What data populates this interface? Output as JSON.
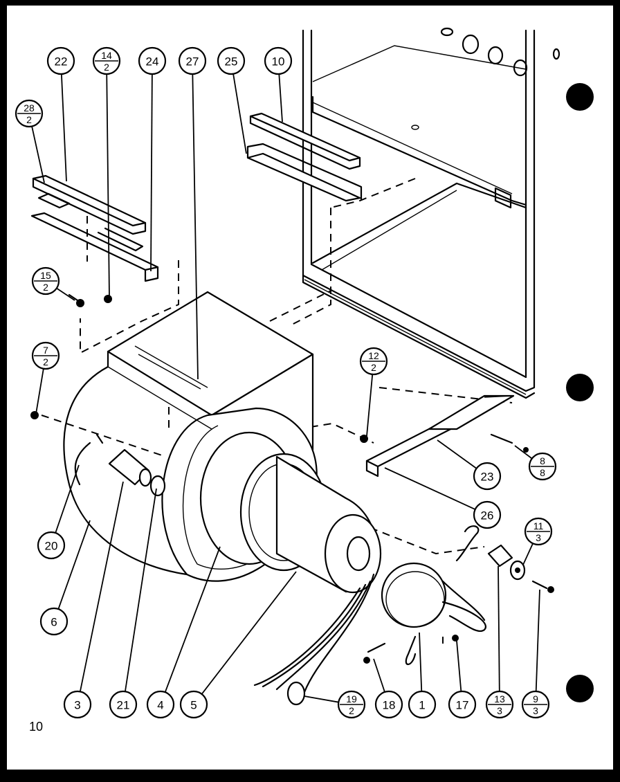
{
  "page_number": "10",
  "callouts": [
    {
      "id": "c22",
      "top": "22",
      "bottom": ""
    },
    {
      "id": "c14",
      "top": "14",
      "bottom": "2"
    },
    {
      "id": "c24",
      "top": "24",
      "bottom": ""
    },
    {
      "id": "c27",
      "top": "27",
      "bottom": ""
    },
    {
      "id": "c25",
      "top": "25",
      "bottom": ""
    },
    {
      "id": "c10",
      "top": "10",
      "bottom": ""
    },
    {
      "id": "c28",
      "top": "28",
      "bottom": "2"
    },
    {
      "id": "c15",
      "top": "15",
      "bottom": "2"
    },
    {
      "id": "c7",
      "top": "7",
      "bottom": "2"
    },
    {
      "id": "c12",
      "top": "12",
      "bottom": "2"
    },
    {
      "id": "c8",
      "top": "8",
      "bottom": "8"
    },
    {
      "id": "c23",
      "top": "23",
      "bottom": ""
    },
    {
      "id": "c26",
      "top": "26",
      "bottom": ""
    },
    {
      "id": "c11",
      "top": "11",
      "bottom": "3"
    },
    {
      "id": "c20",
      "top": "20",
      "bottom": ""
    },
    {
      "id": "c6",
      "top": "6",
      "bottom": ""
    },
    {
      "id": "c3",
      "top": "3",
      "bottom": ""
    },
    {
      "id": "c21",
      "top": "21",
      "bottom": ""
    },
    {
      "id": "c4",
      "top": "4",
      "bottom": ""
    },
    {
      "id": "c5",
      "top": "5",
      "bottom": ""
    },
    {
      "id": "c19",
      "top": "19",
      "bottom": "2"
    },
    {
      "id": "c18",
      "top": "18",
      "bottom": ""
    },
    {
      "id": "c1",
      "top": "1",
      "bottom": ""
    },
    {
      "id": "c17",
      "top": "17",
      "bottom": ""
    },
    {
      "id": "c13",
      "top": "13",
      "bottom": "3"
    },
    {
      "id": "c9",
      "top": "9",
      "bottom": "3"
    }
  ]
}
